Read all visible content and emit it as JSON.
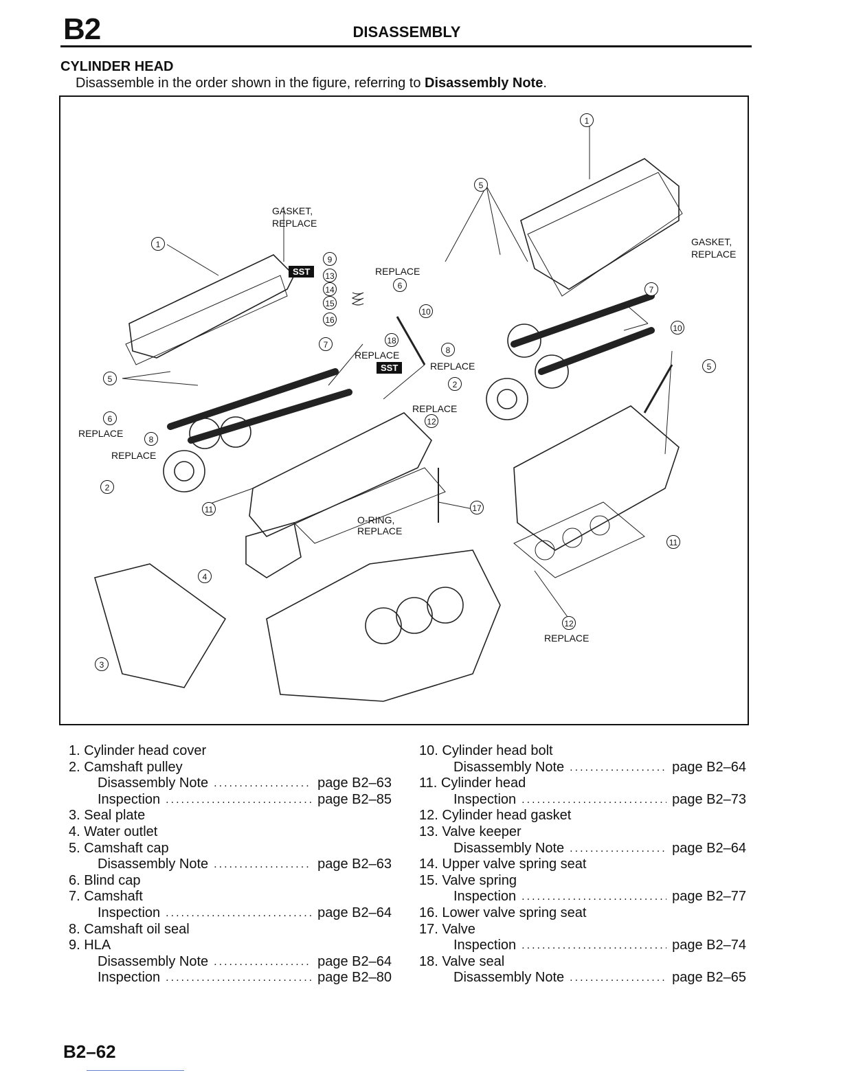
{
  "header": {
    "code": "B2",
    "title": "DISASSEMBLY"
  },
  "section": {
    "title": "CYLINDER HEAD",
    "intro_prefix": "Disassemble in the order shown in the figure, referring to ",
    "intro_bold": "Disassembly Note",
    "intro_suffix": "."
  },
  "figure": {
    "labels": {
      "gasket_replace_left": [
        "GASKET,",
        "REPLACE"
      ],
      "gasket_replace_right": [
        "GASKET,",
        "REPLACE"
      ],
      "replace_13": "REPLACE",
      "replace_18": "REPLACE",
      "replace_8_top": "REPLACE",
      "replace_6_left": "REPLACE",
      "replace_8_left": "REPLACE",
      "replace_12_mid": "REPLACE",
      "oring": [
        "O-RING,",
        "REPLACE"
      ],
      "replace_12_bottom": "REPLACE",
      "sst_1": "SST",
      "sst_2": "SST"
    },
    "callouts": {
      "c1a": "1",
      "c1b": "1",
      "c2a": "2",
      "c2b": "2",
      "c3": "3",
      "c4": "4",
      "c5a": "5",
      "c5b": "5",
      "c5c": "5",
      "c6a": "6",
      "c6b": "6",
      "c7a": "7",
      "c7b": "7",
      "c8a": "8",
      "c8b": "8",
      "c9": "9",
      "c10a": "10",
      "c10b": "10",
      "c11a": "11",
      "c11b": "11",
      "c12a": "12",
      "c12b": "12",
      "c13": "13",
      "c14": "14",
      "c15": "15",
      "c16": "16",
      "c17": "17",
      "c18": "18"
    }
  },
  "parts_left": [
    {
      "num": "1.",
      "label": "Cylinder head cover",
      "subs": []
    },
    {
      "num": "2.",
      "label": "Camshaft pulley",
      "subs": [
        {
          "label": "Disassembly Note",
          "page": "page B2–63"
        },
        {
          "label": "Inspection",
          "page": "page B2–85"
        }
      ]
    },
    {
      "num": "3.",
      "label": "Seal plate",
      "subs": []
    },
    {
      "num": "4.",
      "label": "Water outlet",
      "subs": []
    },
    {
      "num": "5.",
      "label": "Camshaft cap",
      "subs": [
        {
          "label": "Disassembly Note",
          "page": "page B2–63"
        }
      ]
    },
    {
      "num": "6.",
      "label": "Blind cap",
      "subs": []
    },
    {
      "num": "7.",
      "label": "Camshaft",
      "subs": [
        {
          "label": "Inspection",
          "page": "page B2–64"
        }
      ]
    },
    {
      "num": "8.",
      "label": "Camshaft oil seal",
      "subs": []
    },
    {
      "num": "9.",
      "label": "HLA",
      "subs": [
        {
          "label": "Disassembly Note",
          "page": "page B2–64"
        },
        {
          "label": "Inspection",
          "page": "page B2–80"
        }
      ]
    }
  ],
  "parts_right": [
    {
      "num": "10.",
      "label": "Cylinder head bolt",
      "subs": [
        {
          "label": "Disassembly Note",
          "page": "page B2–64"
        }
      ]
    },
    {
      "num": "11.",
      "label": "Cylinder head",
      "subs": [
        {
          "label": "Inspection",
          "page": "page B2–73"
        }
      ]
    },
    {
      "num": "12.",
      "label": "Cylinder head gasket",
      "subs": []
    },
    {
      "num": "13.",
      "label": "Valve keeper",
      "subs": [
        {
          "label": "Disassembly Note",
          "page": "page B2–64"
        }
      ]
    },
    {
      "num": "14.",
      "label": "Upper valve spring seat",
      "subs": []
    },
    {
      "num": "15.",
      "label": "Valve spring",
      "subs": [
        {
          "label": "Inspection",
          "page": "page B2–77"
        }
      ]
    },
    {
      "num": "16.",
      "label": "Lower valve spring seat",
      "subs": []
    },
    {
      "num": "17.",
      "label": "Valve",
      "subs": [
        {
          "label": "Inspection",
          "page": "page B2–74"
        }
      ]
    },
    {
      "num": "18.",
      "label": "Valve seal",
      "subs": [
        {
          "label": "Disassembly Note",
          "page": "page B2–65"
        }
      ]
    }
  ],
  "footer": {
    "page_number": "B2–62"
  }
}
